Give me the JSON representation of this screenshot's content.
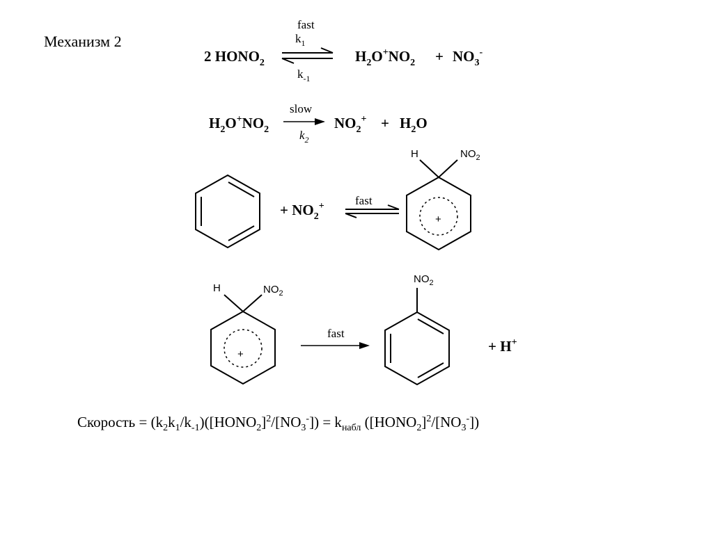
{
  "title": "Механизм 2",
  "step1": {
    "coef": "2",
    "reactant": "HONO",
    "reactant_sub": "2",
    "arrow_top": "fast",
    "k_forward": "k",
    "k_forward_sub": "1",
    "k_reverse": "k",
    "k_reverse_sub": "-1",
    "p1_a": "H",
    "p1_sub1": "2",
    "p1_b": "O",
    "p1_sup": "+",
    "p1_c": "NO",
    "p1_sub2": "2",
    "plus": "+",
    "p2": "NO",
    "p2_sub": "3",
    "p2_sup": "-"
  },
  "step2": {
    "r_a": "H",
    "r_sub1": "2",
    "r_b": "O",
    "r_sup": "+",
    "r_c": "NO",
    "r_sub2": "2",
    "arrow_top": "slow",
    "k": "k",
    "k_sub": "2",
    "p1": "NO",
    "p1_sub": "2",
    "p1_sup": "+",
    "plus": "+",
    "p2_a": "H",
    "p2_sub": "2",
    "p2_b": "O"
  },
  "step3": {
    "plus": "+",
    "reagent": "NO",
    "reagent_sub": "2",
    "reagent_sup": "+",
    "arrow_top": "fast",
    "atom_h": "H",
    "group": "NO",
    "group_sub": "2",
    "charge": "+"
  },
  "step4": {
    "atom_h": "H",
    "group": "NO",
    "group_sub": "2",
    "charge": "+",
    "arrow_top": "fast",
    "product_group": "NO",
    "product_group_sub": "2",
    "plus": "+",
    "proton": "H",
    "proton_sup": "+"
  },
  "rate": {
    "t1": "Скорость = (k",
    "s1": "2",
    "t2": "k",
    "s2": "1",
    "t3": "/k",
    "s3": "-1",
    "t4": ")([HONO",
    "s4": "2",
    "t5": "]",
    "sup1": "2",
    "t6": "/[NO",
    "s5": "3",
    "sup2": "-",
    "t7": "]) = k",
    "s6": "набл",
    "t8": " ([HONO",
    "s7": "2",
    "t9": "]",
    "sup3": "2",
    "t10": "/[NO",
    "s8": "3",
    "sup4": "-",
    "t11": "])"
  }
}
